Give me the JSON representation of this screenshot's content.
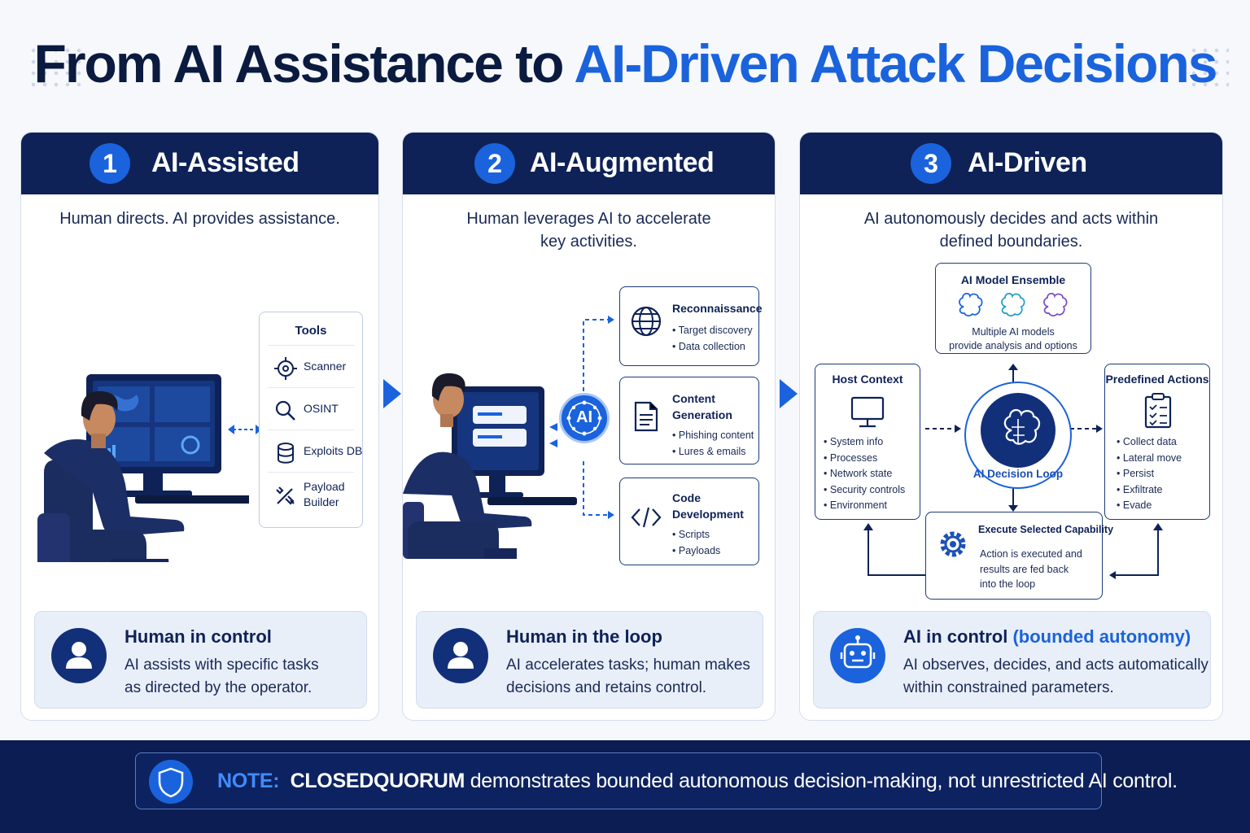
{
  "title": {
    "part1": "From AI Assistance to ",
    "part2": "AI-Driven Attack Decisions"
  },
  "panels": [
    {
      "number": "1",
      "title": "AI-Assisted",
      "description": [
        "Human directs. AI provides assistance."
      ],
      "footer": {
        "title": "Human in control",
        "text": [
          "AI assists with specific tasks",
          "as directed by the operator."
        ]
      }
    },
    {
      "number": "2",
      "title": "AI-Augmented",
      "description": [
        "Human leverages AI to accelerate",
        "key activities."
      ],
      "footer": {
        "title": "Human in the loop",
        "text": [
          "AI accelerates tasks; human makes",
          "decisions and retains control."
        ]
      }
    },
    {
      "number": "3",
      "title": "AI-Driven",
      "description": [
        "AI autonomously decides and acts within",
        "defined boundaries."
      ],
      "footer": {
        "title": "AI in control",
        "title_highlight": "(bounded autonomy)",
        "text": [
          "AI observes, decides, and acts automatically",
          "within constrained parameters."
        ]
      }
    }
  ],
  "tools": {
    "title": "Tools",
    "items": [
      "Scanner",
      "OSINT",
      "Exploits DB",
      "Payload Builder"
    ]
  },
  "augment": {
    "hub_label": "AI",
    "cards": [
      {
        "title": [
          "Reconnaissance"
        ],
        "bullets": [
          "Target discovery",
          "Data collection"
        ],
        "icon": "globe-icon"
      },
      {
        "title": [
          "Content",
          "Generation"
        ],
        "bullets": [
          "Phishing content",
          "Lures & emails"
        ],
        "icon": "document-icon"
      },
      {
        "title": [
          "Code",
          "Development"
        ],
        "bullets": [
          "Scripts",
          "Payloads"
        ],
        "icon": "code-icon"
      }
    ]
  },
  "driven": {
    "ensemble": {
      "title": "AI Model Ensemble",
      "text": [
        "Multiple AI models",
        "provide analysis and options"
      ]
    },
    "host": {
      "title": "Host Context",
      "bullets": [
        "System info",
        "Processes",
        "Network state",
        "Security controls",
        "Environment"
      ]
    },
    "actions": {
      "title": "Predefined Actions",
      "bullets": [
        "Collect data",
        "Lateral move",
        "Persist",
        "Exfiltrate",
        "Evade"
      ]
    },
    "loop_label": "AI Decision Loop",
    "execute": {
      "title": "Execute Selected Capability",
      "text": [
        "Action is executed and",
        "results are fed back",
        "into the loop"
      ]
    }
  },
  "note": {
    "label": "NOTE:",
    "brand": "CLOSEDQUORUM",
    "text": " demonstrates bounded autonomous decision-making, not unrestricted AI control."
  },
  "colors": {
    "navy": "#0e2257",
    "accent": "#1a63dc",
    "purple": "#7b4fc9",
    "teal": "#1f9fc8"
  }
}
